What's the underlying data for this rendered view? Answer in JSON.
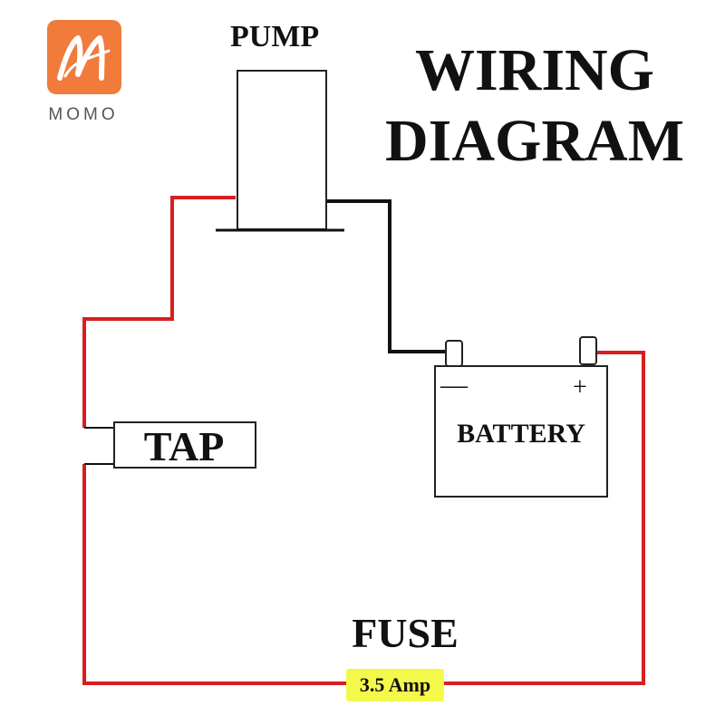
{
  "logo": {
    "brand": "MOMO",
    "color": "#f07b3a",
    "icon": "momo-logo-icon"
  },
  "title": {
    "line1": "WIRING",
    "line2": "DIAGRAM"
  },
  "components": {
    "pump": "PUMP",
    "tap": "TAP",
    "battery": "BATTERY",
    "fuse": "FUSE",
    "fuse_rating": "3.5 Amp"
  },
  "battery_terminals": {
    "negative": "—",
    "positive": "+"
  },
  "colors": {
    "positive_wire": "#d81e1e",
    "negative_wire": "#111111",
    "fuse_highlight": "#f4f84a"
  }
}
